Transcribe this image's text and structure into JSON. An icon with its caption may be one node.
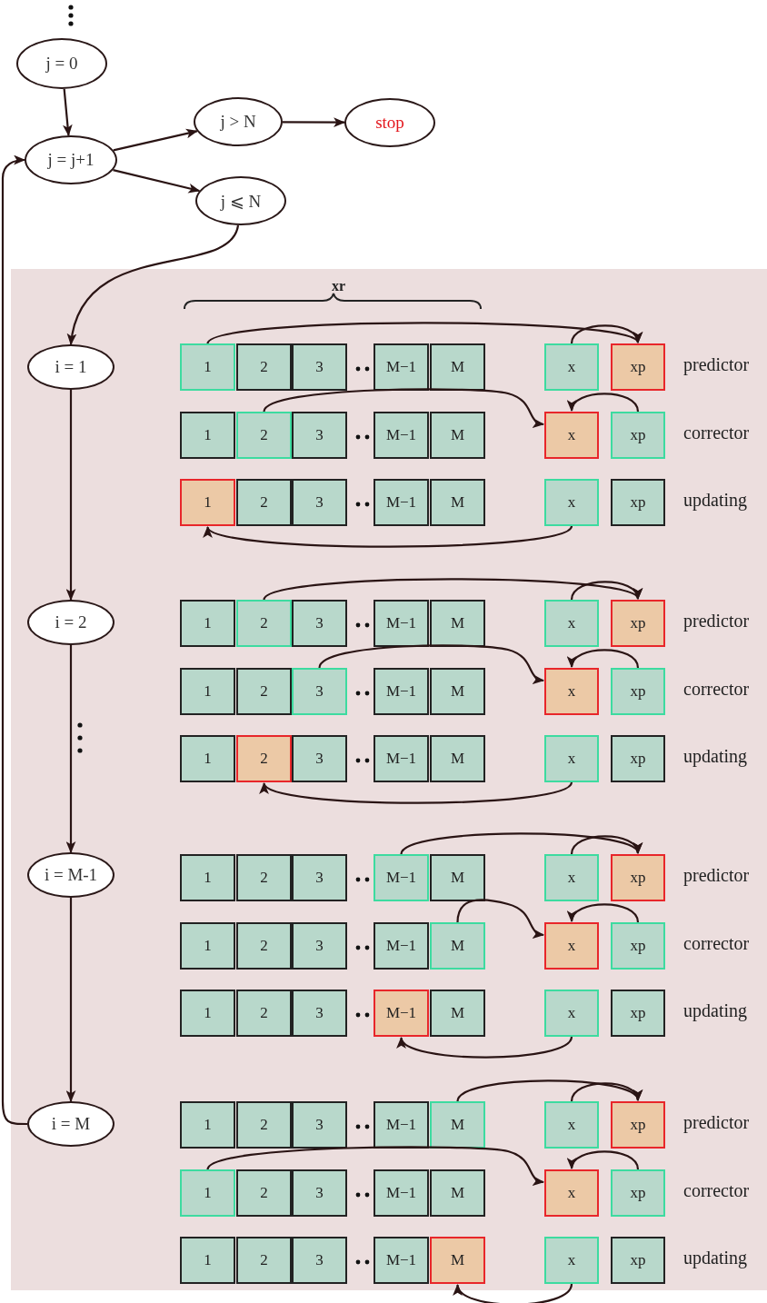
{
  "diagram": {
    "nodes": [
      {
        "text": [
          "j = 0"
        ]
      },
      {
        "text": [
          "j = j+1"
        ]
      },
      {
        "text": [
          "j > N"
        ]
      },
      {
        "text": [
          "stop"
        ]
      },
      {
        "text": [
          "j ⩽ N"
        ]
      },
      {
        "text": [],
        "shape": "box"
      },
      {
        "text": [
          "i = 1"
        ],
        "in": 5
      },
      {
        "text": [
          "i = 2"
        ],
        "in": 5
      },
      {
        "text": [
          "i = M-1"
        ],
        "in": 5
      },
      {
        "text": [
          "i = M"
        ],
        "in": 5
      },
      {
        "text": [
          "1"
        ],
        "in": 5
      },
      {
        "text": [
          "2"
        ],
        "in": 5
      },
      {
        "text": [
          "3"
        ],
        "in": 5
      },
      {
        "text": [
          "M−1"
        ],
        "in": 5
      },
      {
        "text": [
          "M"
        ],
        "in": 5
      },
      {
        "text": [
          "x"
        ],
        "in": 5
      },
      {
        "text": [
          "xp"
        ],
        "in": 5
      },
      {
        "text": [
          "1"
        ],
        "in": 5
      },
      {
        "text": [
          "2"
        ],
        "in": 5
      },
      {
        "text": [
          "3"
        ],
        "in": 5
      },
      {
        "text": [
          "M−1"
        ],
        "in": 5
      },
      {
        "text": [
          "M"
        ],
        "in": 5
      },
      {
        "text": [
          "x"
        ],
        "in": 5
      },
      {
        "text": [
          "xp"
        ],
        "in": 5
      },
      {
        "text": [
          "1"
        ],
        "in": 5
      },
      {
        "text": [
          "2"
        ],
        "in": 5
      },
      {
        "text": [
          "3"
        ],
        "in": 5
      },
      {
        "text": [
          "M−1"
        ],
        "in": 5
      },
      {
        "text": [
          "M"
        ],
        "in": 5
      },
      {
        "text": [
          "x"
        ],
        "in": 5
      },
      {
        "text": [
          "xp"
        ],
        "in": 5
      },
      {
        "text": [
          "1"
        ],
        "in": 5
      },
      {
        "text": [
          "2"
        ],
        "in": 5
      },
      {
        "text": [
          "3"
        ],
        "in": 5
      },
      {
        "text": [
          "M−1"
        ],
        "in": 5
      },
      {
        "text": [
          "M"
        ],
        "in": 5
      },
      {
        "text": [
          "x"
        ],
        "in": 5
      },
      {
        "text": [
          "xp"
        ],
        "in": 5
      },
      {
        "text": [
          "1"
        ],
        "in": 5
      },
      {
        "text": [
          "2"
        ],
        "in": 5
      },
      {
        "text": [
          "3"
        ],
        "in": 5
      },
      {
        "text": [
          "M−1"
        ],
        "in": 5
      },
      {
        "text": [
          "M"
        ],
        "in": 5
      },
      {
        "text": [
          "x"
        ],
        "in": 5
      },
      {
        "text": [
          "xp"
        ],
        "in": 5
      },
      {
        "text": [
          "1"
        ],
        "in": 5
      },
      {
        "text": [
          "2"
        ],
        "in": 5
      },
      {
        "text": [
          "3"
        ],
        "in": 5
      },
      {
        "text": [
          "M−1"
        ],
        "in": 5
      },
      {
        "text": [
          "M"
        ],
        "in": 5
      },
      {
        "text": [
          "x"
        ],
        "in": 5
      },
      {
        "text": [
          "xp"
        ],
        "in": 5
      },
      {
        "text": [
          "1"
        ],
        "in": 5
      },
      {
        "text": [
          "2"
        ],
        "in": 5
      },
      {
        "text": [
          "3"
        ],
        "in": 5
      },
      {
        "text": [
          "M−1"
        ],
        "in": 5
      },
      {
        "text": [
          "M"
        ],
        "in": 5
      },
      {
        "text": [
          "x"
        ],
        "in": 5
      },
      {
        "text": [
          "xp"
        ],
        "in": 5
      },
      {
        "text": [
          "1"
        ],
        "in": 5
      },
      {
        "text": [
          "2"
        ],
        "in": 5
      },
      {
        "text": [
          "3"
        ],
        "in": 5
      },
      {
        "text": [
          "M−1"
        ],
        "in": 5
      },
      {
        "text": [
          "M"
        ],
        "in": 5
      },
      {
        "text": [
          "x"
        ],
        "in": 5
      },
      {
        "text": [
          "xp"
        ],
        "in": 5
      },
      {
        "text": [
          "1"
        ],
        "in": 5
      },
      {
        "text": [
          "2"
        ],
        "in": 5
      },
      {
        "text": [
          "3"
        ],
        "in": 5
      },
      {
        "text": [
          "M−1"
        ],
        "in": 5
      },
      {
        "text": [
          "M"
        ],
        "in": 5
      },
      {
        "text": [
          "x"
        ],
        "in": 5
      },
      {
        "text": [
          "xp"
        ],
        "in": 5
      },
      {
        "text": [
          "1"
        ],
        "in": 5
      },
      {
        "text": [
          "2"
        ],
        "in": 5
      },
      {
        "text": [
          "3"
        ],
        "in": 5
      },
      {
        "text": [
          "M−1"
        ],
        "in": 5
      },
      {
        "text": [
          "M"
        ],
        "in": 5
      },
      {
        "text": [
          "x"
        ],
        "in": 5
      },
      {
        "text": [
          "xp"
        ],
        "in": 5
      },
      {
        "text": [
          "1"
        ],
        "in": 5
      },
      {
        "text": [
          "2"
        ],
        "in": 5
      },
      {
        "text": [
          "3"
        ],
        "in": 5
      },
      {
        "text": [
          "M−1"
        ],
        "in": 5
      },
      {
        "text": [
          "M"
        ],
        "in": 5
      },
      {
        "text": [
          "x"
        ],
        "in": 5
      },
      {
        "text": [
          "xp"
        ],
        "in": 5
      },
      {
        "text": [
          "1"
        ],
        "in": 5
      },
      {
        "text": [
          "2"
        ],
        "in": 5
      },
      {
        "text": [
          "3"
        ],
        "in": 5
      },
      {
        "text": [
          "M−1"
        ],
        "in": 5
      },
      {
        "text": [
          "M"
        ],
        "in": 5
      },
      {
        "text": [
          "x"
        ],
        "in": 5
      },
      {
        "text": [
          "xp"
        ],
        "in": 5
      }
    ],
    "edges": [
      {
        "from": 0,
        "to": 1,
        "arrow": "to"
      },
      {
        "from": 1,
        "to": 2,
        "arrow": "to"
      },
      {
        "from": 2,
        "to": 3,
        "arrow": "to"
      },
      {
        "from": 1,
        "to": 4,
        "arrow": "to"
      },
      {
        "from": 4,
        "to": 6,
        "arrow": "to"
      },
      {
        "from": 6,
        "to": 7,
        "arrow": "to"
      },
      {
        "from": 7,
        "to": 8,
        "arrow": "to"
      },
      {
        "from": 8,
        "to": 9,
        "arrow": "to"
      },
      {
        "from": 9,
        "to": 1,
        "arrow": "to"
      },
      {
        "from": 10,
        "to": 16,
        "arrow": "to"
      },
      {
        "from": 15,
        "to": 16,
        "arrow": "to"
      },
      {
        "from": 18,
        "to": 22,
        "arrow": "to"
      },
      {
        "from": 23,
        "to": 22,
        "arrow": "to"
      },
      {
        "from": 29,
        "to": 24,
        "arrow": "to"
      },
      {
        "from": 32,
        "to": 37,
        "arrow": "to"
      },
      {
        "from": 36,
        "to": 37,
        "arrow": "to"
      },
      {
        "from": 40,
        "to": 43,
        "arrow": "to"
      },
      {
        "from": 44,
        "to": 43,
        "arrow": "to"
      },
      {
        "from": 50,
        "to": 46,
        "arrow": "to"
      },
      {
        "from": 55,
        "to": 58,
        "arrow": "to"
      },
      {
        "from": 57,
        "to": 58,
        "arrow": "to"
      },
      {
        "from": 63,
        "to": 64,
        "arrow": "to"
      },
      {
        "from": 65,
        "to": 64,
        "arrow": "to"
      },
      {
        "from": 71,
        "to": 69,
        "arrow": "to"
      },
      {
        "from": 77,
        "to": 79,
        "arrow": "to"
      },
      {
        "from": 78,
        "to": 79,
        "arrow": "to"
      },
      {
        "from": 80,
        "to": 85,
        "arrow": "to"
      },
      {
        "from": 86,
        "to": 85,
        "arrow": "to"
      },
      {
        "from": 92,
        "to": 91,
        "arrow": "to"
      }
    ],
    "labels": [
      "xr",
      "predictor",
      "corrector",
      "updating",
      "predictor",
      "corrector",
      "updating",
      "predictor",
      "corrector",
      "updating",
      "predictor",
      "corrector",
      "updating"
    ]
  }
}
